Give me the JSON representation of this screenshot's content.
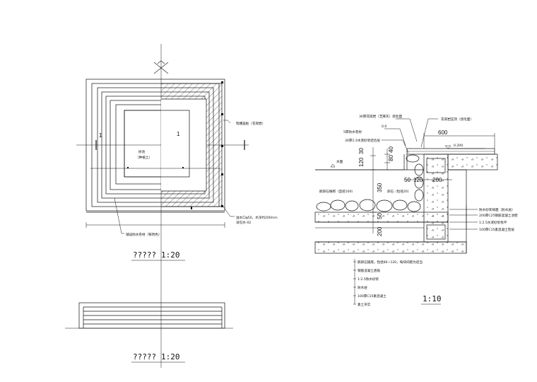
{
  "plan": {
    "title": "?????",
    "scale": "1:20",
    "pool_label_1": "树池",
    "pool_label_2": "（种植土）",
    "note_1": "暗槽盖板（花岗岩）",
    "note_2": "溢水口φ50，水深约200mm",
    "note_2b": "详见水-02",
    "note_3": "铺设防水卷材（铁锈色）",
    "section_marks": [
      "1",
      "1"
    ]
  },
  "elevation": {
    "title": "?????",
    "scale": "1:20"
  },
  "section": {
    "scale": "1:10",
    "dims": {
      "d600": "600",
      "d0_200": "0.200",
      "d0_0": "0.0",
      "d120": "120",
      "d30": "30",
      "d80": "80",
      "d40": "40",
      "d50a": "50",
      "d120b": "120",
      "d200a": "200",
      "d350": "350",
      "d50b": "50",
      "d200b": "200"
    },
    "water_label": "水面",
    "callouts_top": [
      "30厚花岗岩（芝麻灰）烧毛面",
      "5厚防水卷材",
      "30厚1:3水泥砂浆结合层"
    ],
    "callout_top_right": "花岗岩压顶（烧毛面）",
    "label_stones": "鹅卵石堆砌（直径100）",
    "label_pebbles": "卵石（粒径20）",
    "callouts_right": [
      "防水砂浆抹面（防水层）",
      "200厚C25钢筋混凝土池壁",
      "1:2.5水泥砂浆找平",
      "100厚C15素混凝土垫层"
    ],
    "callouts_bottom": [
      "鹅卵石铺底，粒径80~120，每块间距为适当",
      "钢筋混凝土底板",
      "1:2.5防水砂浆",
      "防水层",
      "100厚C15素混凝土",
      "素土夯实"
    ]
  }
}
